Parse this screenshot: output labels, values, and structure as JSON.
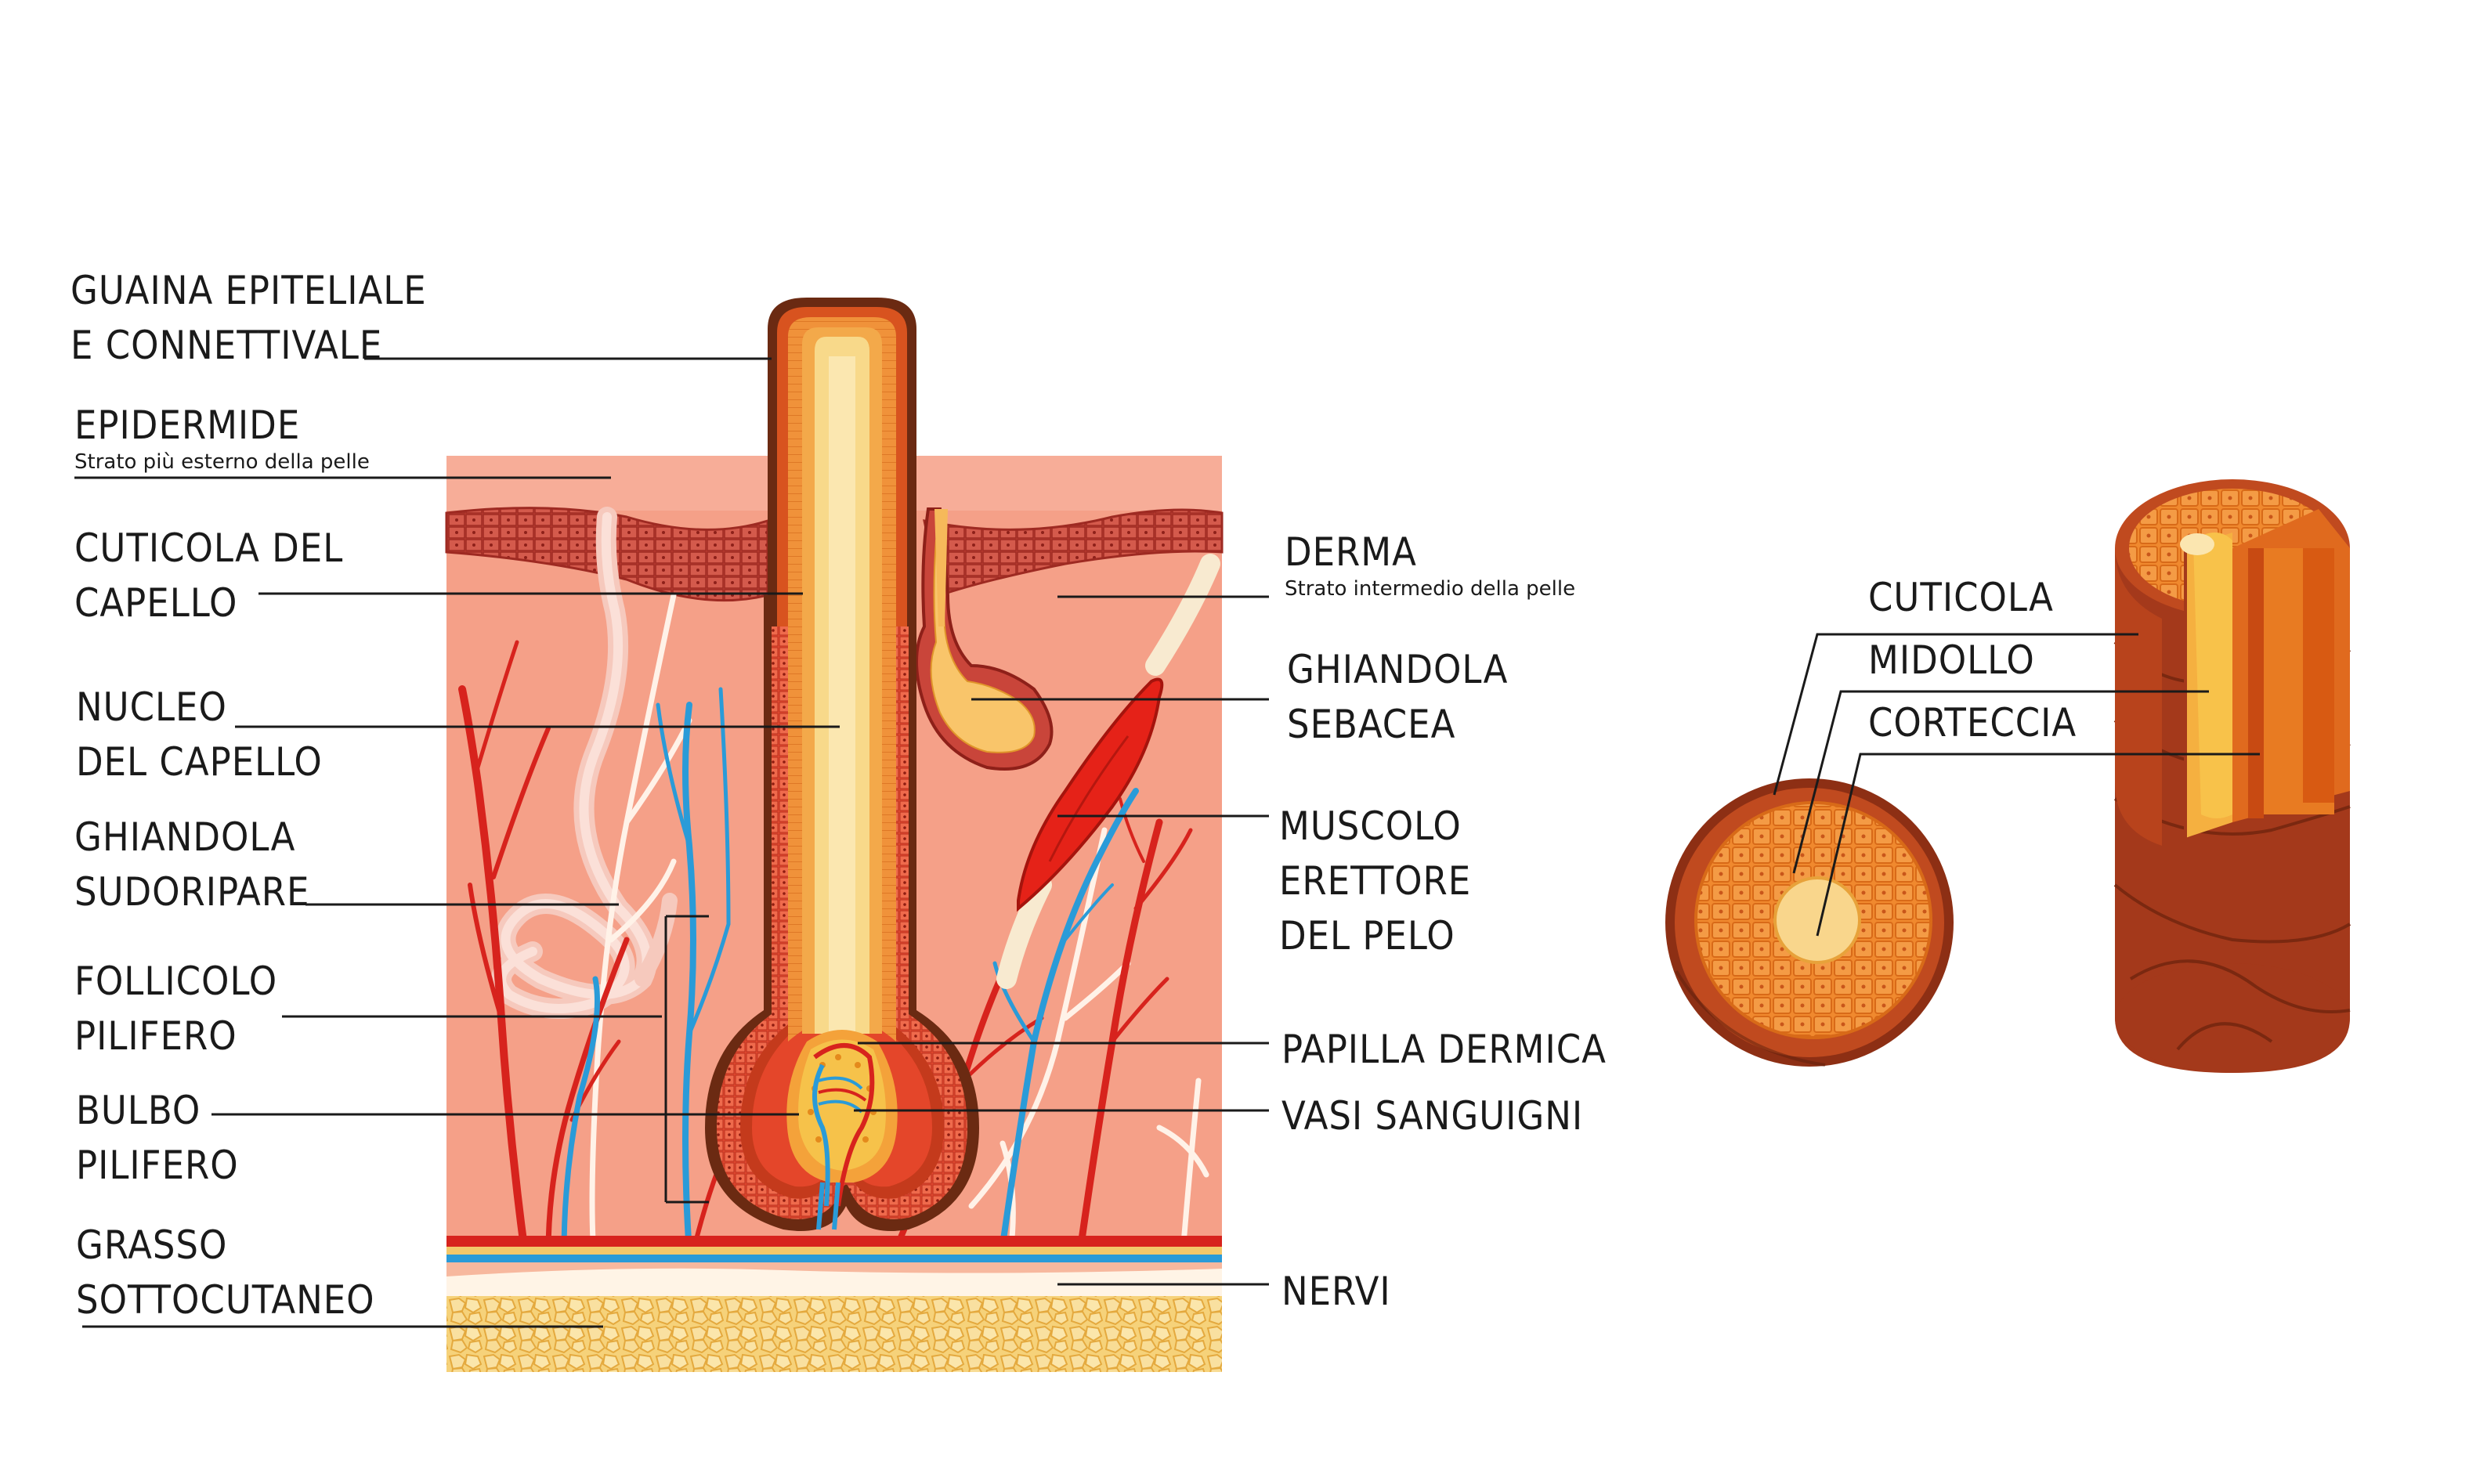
{
  "labels": {
    "guaina": [
      "GUAINA EPITELIALE",
      "E CONNETTIVALE"
    ],
    "epidermide": [
      "EPIDERMIDE"
    ],
    "epidermide_sub": "Strato più esterno della pelle",
    "cuticola_capello": [
      "CUTICOLA DEL",
      "CAPELLO"
    ],
    "nucleo": [
      "NUCLEO",
      "DEL CAPELLO"
    ],
    "ghiandola_sudoripare": [
      "GHIANDOLA",
      "SUDORIPARE"
    ],
    "follicolo": [
      "FOLLICOLO",
      "PILIFERO"
    ],
    "bulbo": [
      "BULBO",
      "PILIFERO"
    ],
    "grasso": [
      "GRASSO",
      "SOTTOCUTANEO"
    ],
    "derma": [
      "DERMA"
    ],
    "derma_sub": "Strato intermedio della pelle",
    "ghiandola_sebacea": [
      "GHIANDOLA",
      "SEBACEA"
    ],
    "muscolo": [
      "MUSCOLO",
      "ERETTORE",
      "DEL  PELO"
    ],
    "papilla": [
      "PAPILLA DERMICA"
    ],
    "vasi": [
      "VASI SANGUIGNI"
    ],
    "nervi": [
      "NERVI"
    ],
    "cuticola": [
      "CUTICOLA"
    ],
    "midollo": [
      "MIDOLLO"
    ],
    "corteccia": [
      "CORTECCIA"
    ]
  },
  "colors": {
    "dermis": "#f5a088",
    "epidermis": "#c9453a",
    "follicle_dark": "#6b2a12",
    "hair_orange": "#e8891e",
    "medulla": "#f8d98a",
    "artery": "#d7231d",
    "vein": "#2a9bd8",
    "nerve": "#fff4e6",
    "fat": "#f3c96a",
    "shaft_dark": "#a4391b"
  }
}
